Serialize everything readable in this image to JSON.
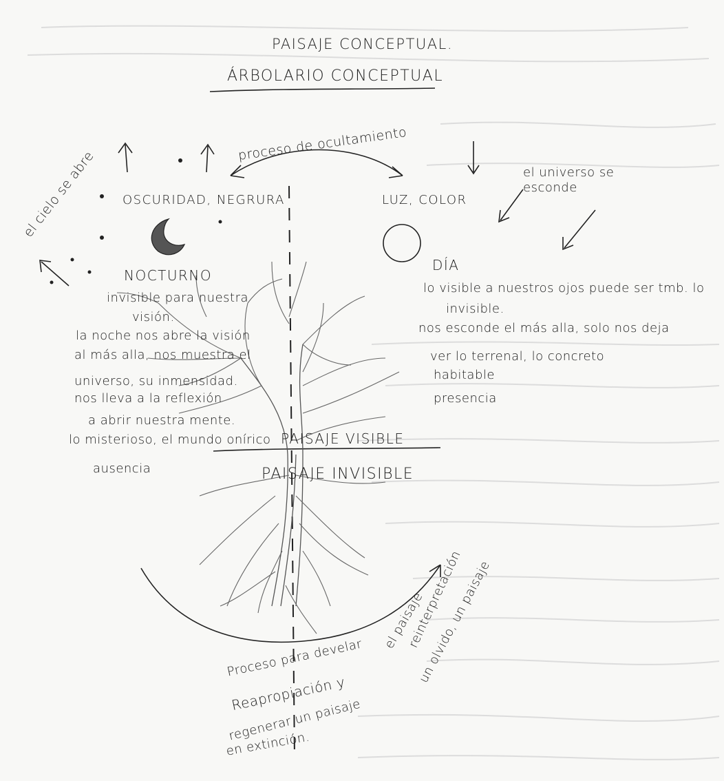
{
  "header": {
    "title": "PAISAJE CONCEPTUAL.",
    "subtitle": "ÁRBOLARIO CONCEPTUAL"
  },
  "top": {
    "process_arrow": "proceso de ocultamiento",
    "sky_opens": "el cielo se abre",
    "universe_hides": "el universo se\nesconde"
  },
  "night": {
    "header": "OSCURIDAD, NEGRURA",
    "title": "NOCTURNO",
    "lines": [
      "invisible para nuestra",
      "visión.",
      "la noche nos abre la visión",
      "al más alla, nos muestra el",
      "universo, su inmensidad.",
      "nos lleva a la reflexión",
      "a abrir nuestra mente.",
      "lo misterioso, el mundo onírico"
    ],
    "footer": "ausencia"
  },
  "day": {
    "header": "LUZ, COLOR",
    "title": "DÍA",
    "lines": [
      "lo visible a nuestros ojos puede ser tmb. lo",
      "invisible.",
      "nos esconde el más alla, solo nos deja",
      "ver lo terrenal, lo concreto",
      "habitable",
      "presencia"
    ]
  },
  "landscape": {
    "visible": "PAISAJE VISIBLE",
    "invisible": "PAISAJE INVISIBLE"
  },
  "bottom": {
    "arc_label_1": "el paisaje",
    "arc_label_2": "reinterpretación",
    "arc_label_3": "un olvido, un paisaje",
    "lines": [
      "Proceso para develar",
      "Reapropiación y",
      "regenerar un paisaje",
      "en extinción."
    ]
  }
}
